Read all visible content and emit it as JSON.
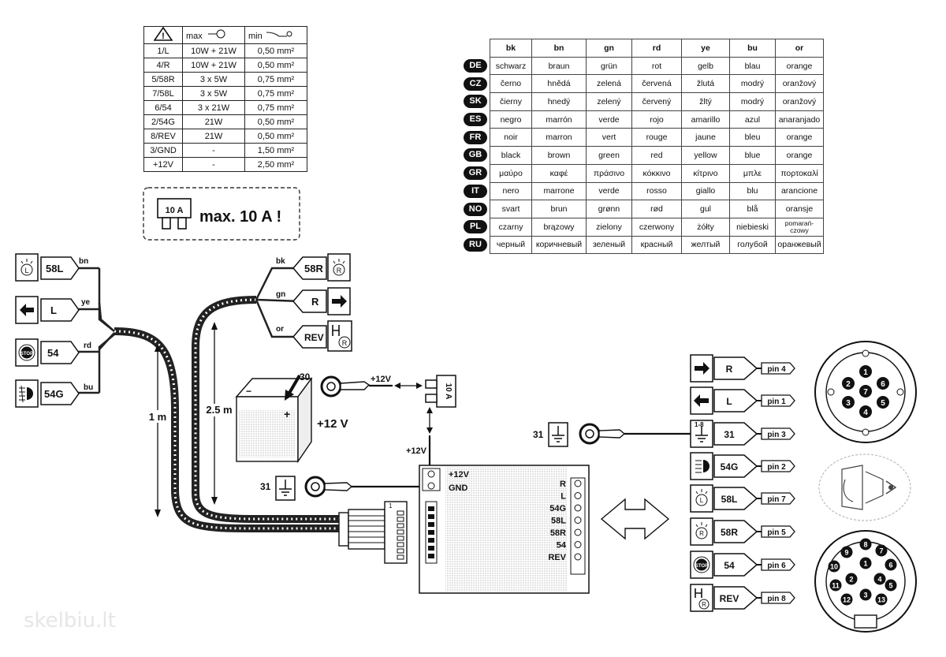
{
  "spec_table": {
    "header_max": "max",
    "header_min": "min",
    "rows": [
      {
        "pin": "1/L",
        "max": "10W + 21W",
        "min": "0,50 mm²"
      },
      {
        "pin": "4/R",
        "max": "10W + 21W",
        "min": "0,50 mm²"
      },
      {
        "pin": "5/58R",
        "max": "3 x 5W",
        "min": "0,75 mm²"
      },
      {
        "pin": "7/58L",
        "max": "3 x 5W",
        "min": "0,75 mm²"
      },
      {
        "pin": "6/54",
        "max": "3 x 21W",
        "min": "0,75 mm²"
      },
      {
        "pin": "2/54G",
        "max": "21W",
        "min": "0,50 mm²"
      },
      {
        "pin": "8/REV",
        "max": "21W",
        "min": "0,50 mm²"
      },
      {
        "pin": "3/GND",
        "max": "-",
        "min": "1,50 mm²"
      },
      {
        "pin": "+12V",
        "max": "-",
        "min": "2,50 mm²"
      }
    ]
  },
  "fuse_warning": {
    "fuse_label": "10 A",
    "text": "max. 10 A !"
  },
  "color_table": {
    "headers": [
      "bk",
      "bn",
      "gn",
      "rd",
      "ye",
      "bu",
      "or"
    ],
    "rows": [
      {
        "lang": "DE",
        "cells": [
          "schwarz",
          "braun",
          "grün",
          "rot",
          "gelb",
          "blau",
          "orange"
        ]
      },
      {
        "lang": "CZ",
        "cells": [
          "černo",
          "hnědá",
          "zelená",
          "červená",
          "žlutá",
          "modrý",
          "oranžový"
        ]
      },
      {
        "lang": "SK",
        "cells": [
          "čierny",
          "hnedý",
          "zelený",
          "červený",
          "žltý",
          "modrý",
          "oranžový"
        ]
      },
      {
        "lang": "ES",
        "cells": [
          "negro",
          "marrón",
          "verde",
          "rojo",
          "amarillo",
          "azul",
          "anaranjado"
        ]
      },
      {
        "lang": "FR",
        "cells": [
          "noir",
          "marron",
          "vert",
          "rouge",
          "jaune",
          "bleu",
          "orange"
        ]
      },
      {
        "lang": "GB",
        "cells": [
          "black",
          "brown",
          "green",
          "red",
          "yellow",
          "blue",
          "orange"
        ]
      },
      {
        "lang": "GR",
        "cells": [
          "μαύρο",
          "καφέ",
          "πράσινο",
          "κόκκινο",
          "κίτρινο",
          "μπλε",
          "πορτοκαλί"
        ]
      },
      {
        "lang": "IT",
        "cells": [
          "nero",
          "marrone",
          "verde",
          "rosso",
          "giallo",
          "blu",
          "arancione"
        ]
      },
      {
        "lang": "NO",
        "cells": [
          "svart",
          "brun",
          "grønn",
          "rød",
          "gul",
          "blå",
          "oransje"
        ]
      },
      {
        "lang": "PL",
        "cells": [
          "czarny",
          "brązowy",
          "zielony",
          "czerwony",
          "żółty",
          "niebieski",
          "pomarań-czowy"
        ]
      },
      {
        "lang": "RU",
        "cells": [
          "черный",
          "коричневый",
          "зеленый",
          "красный",
          "желтый",
          "голубой",
          "оранжевый"
        ]
      }
    ]
  },
  "left_harness": {
    "labels": [
      {
        "term": "58L",
        "wire": "bn",
        "icon": "parking-light-icon"
      },
      {
        "term": "L",
        "wire": "ye",
        "icon": "left-arrow-icon"
      },
      {
        "term": "54",
        "wire": "rd",
        "icon": "stop-icon"
      },
      {
        "term": "54G",
        "wire": "bu",
        "icon": "fog-light-icon"
      }
    ],
    "length": "1 m"
  },
  "right_harness": {
    "labels": [
      {
        "term": "58R",
        "wire": "bk",
        "icon": "parking-light-icon"
      },
      {
        "term": "R",
        "wire": "gn",
        "icon": "right-arrow-icon"
      },
      {
        "term": "REV",
        "wire": "or",
        "icon": "reverse-gear-icon"
      }
    ],
    "length": "2.5 m"
  },
  "battery": {
    "terminal": "30",
    "wire_label": "+12V",
    "voltage": "+12 V",
    "fuse": "10 A"
  },
  "module": {
    "left_labels": [
      "+12V",
      "GND"
    ],
    "right_labels": [
      "R",
      "L",
      "54G",
      "58L",
      "58R",
      "54",
      "REV"
    ],
    "feed_label": "+12V",
    "ground_label": "31",
    "connector_pin1": "1"
  },
  "socket_pins": [
    {
      "term": "R",
      "pin": "pin 4",
      "icon": "right-arrow-icon"
    },
    {
      "term": "L",
      "pin": "pin 1",
      "icon": "left-arrow-icon"
    },
    {
      "term": "31",
      "pin": "pin 3",
      "icon": "ground-icon",
      "extra": "1-8"
    },
    {
      "term": "54G",
      "pin": "pin 2",
      "icon": "fog-light-icon"
    },
    {
      "term": "58L",
      "pin": "pin 7",
      "icon": "parking-light-icon"
    },
    {
      "term": "58R",
      "pin": "pin 5",
      "icon": "parking-light-icon"
    },
    {
      "term": "54",
      "pin": "pin 6",
      "icon": "stop-icon"
    },
    {
      "term": "REV",
      "pin": "pin 8",
      "icon": "reverse-gear-icon"
    }
  ],
  "socket_ground_label": "31",
  "socket7_pins": [
    "1",
    "2",
    "3",
    "4",
    "5",
    "6",
    "7"
  ],
  "socket13_pins": [
    "1",
    "2",
    "3",
    "4",
    "5",
    "6",
    "7",
    "8",
    "9",
    "10",
    "11",
    "12",
    "13"
  ],
  "icons": {
    "stop_text": "STOP",
    "rev_text": "R",
    "lamp_text": "L"
  },
  "watermark": "skelbiu.lt"
}
